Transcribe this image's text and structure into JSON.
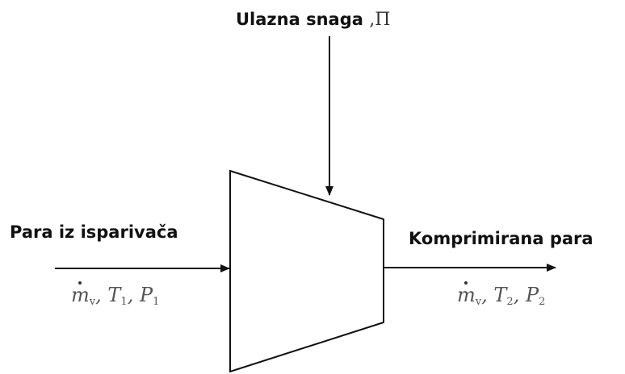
{
  "power_input": {
    "label": "Ulazna snaga",
    "sep": ",",
    "symbol": "Π"
  },
  "inlet": {
    "label": "Para iz isparivača",
    "mass_flow_symbol": "m",
    "mass_flow_subscript": "v",
    "temperature_symbol": "T",
    "temperature_subscript": "1",
    "pressure_symbol": "P",
    "pressure_subscript": "1"
  },
  "outlet": {
    "label": "Komprimirana para",
    "mass_flow_symbol": "m",
    "mass_flow_subscript": "v",
    "temperature_symbol": "T",
    "temperature_subscript": "2",
    "pressure_symbol": "P",
    "pressure_subscript": "2"
  },
  "colors": {
    "line": "#111111",
    "text": "#111111",
    "math_text": "#555555"
  }
}
